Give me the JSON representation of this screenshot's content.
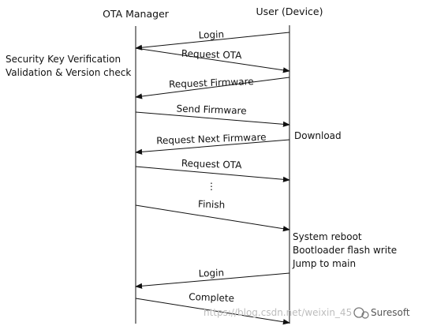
{
  "participants": {
    "left": "OTA Manager",
    "right": "User (Device)"
  },
  "messages": [
    {
      "label": "Login",
      "direction": "to-left"
    },
    {
      "label": "Request OTA",
      "direction": "to-right"
    },
    {
      "label": "Request Firmware",
      "direction": "to-left"
    },
    {
      "label": "Send Firmware",
      "direction": "to-right"
    },
    {
      "label": "Request Next Firmware",
      "direction": "to-left"
    },
    {
      "label": "Request OTA",
      "direction": "to-right"
    },
    {
      "label": "Finish",
      "direction": "to-right"
    },
    {
      "label": "Login",
      "direction": "to-left"
    },
    {
      "label": "Complete",
      "direction": "to-right"
    }
  ],
  "ellipsis": "⋮",
  "notes": {
    "left": [
      "Security Key Verification",
      "Validation & Version check"
    ],
    "download": "Download",
    "reboot": [
      "System reboot",
      "Bootloader flash write",
      "Jump to main"
    ]
  },
  "watermark": {
    "url": "https://blog.csdn.net/weixin_45",
    "brand": "Suresoft"
  }
}
